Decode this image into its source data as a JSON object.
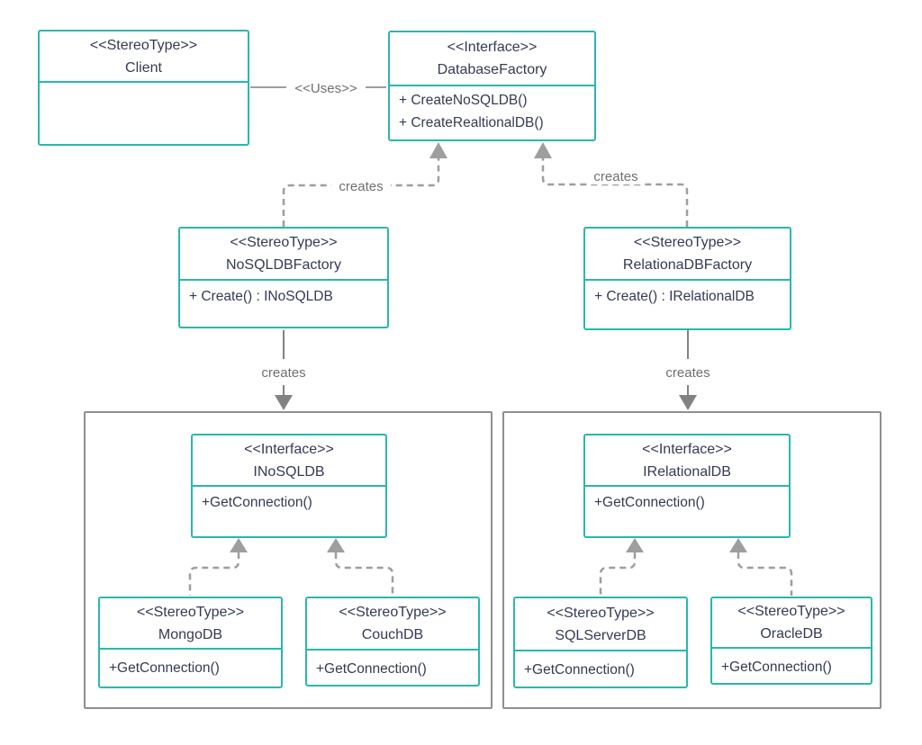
{
  "diagram": {
    "type": "uml-class-diagram",
    "pattern": "Abstract Factory (Database Factory)"
  },
  "colors": {
    "box_border_teal": "#2ab7ad",
    "text_navy": "#343a55",
    "connector_gray": "#9e9e9e",
    "solid_arrow_gray": "#828282",
    "label_gray": "#6f6f6f",
    "group_border_gray": "#8f8f8f",
    "background": "#ffffff"
  },
  "classes": {
    "client": {
      "stereotype": "<<StereoType>>",
      "name": "Client",
      "methods": []
    },
    "database_factory": {
      "stereotype": "<<Interface>>",
      "name": "DatabaseFactory",
      "methods": [
        "+ CreateNoSQLDB()",
        "+ CreateRealtionalDB()"
      ]
    },
    "nosql_factory": {
      "stereotype": "<<StereoType>>",
      "name": "NoSQLDBFactory",
      "methods": [
        "+ Create() : INoSQLDB"
      ]
    },
    "relational_factory": {
      "stereotype": "<<StereoType>>",
      "name": "RelationaDBFactory",
      "methods": [
        "+ Create() : IRelationalDB"
      ]
    },
    "inosqldb": {
      "stereotype": "<<Interface>>",
      "name": "INoSQLDB",
      "methods": [
        "+GetConnection()"
      ]
    },
    "irelationaldb": {
      "stereotype": "<<Interface>>",
      "name": "IRelationalDB",
      "methods": [
        "+GetConnection()"
      ]
    },
    "mongodb": {
      "stereotype": "<<StereoType>>",
      "name": "MongoDB",
      "methods": [
        "+GetConnection()"
      ]
    },
    "couchdb": {
      "stereotype": "<<StereoType>>",
      "name": "CouchDB",
      "methods": [
        "+GetConnection()"
      ]
    },
    "sqlserverdb": {
      "stereotype": "<<StereoType>>",
      "name": "SQLServerDB",
      "methods": [
        "+GetConnection()"
      ]
    },
    "oracledb": {
      "stereotype": "<<StereoType>>",
      "name": "OracleDB",
      "methods": [
        "+GetConnection()"
      ]
    }
  },
  "labels": {
    "uses": "<<Uses>>",
    "creates_top_left": "creates",
    "creates_top_right": "creates",
    "creates_down_left": "creates",
    "creates_down_right": "creates"
  }
}
